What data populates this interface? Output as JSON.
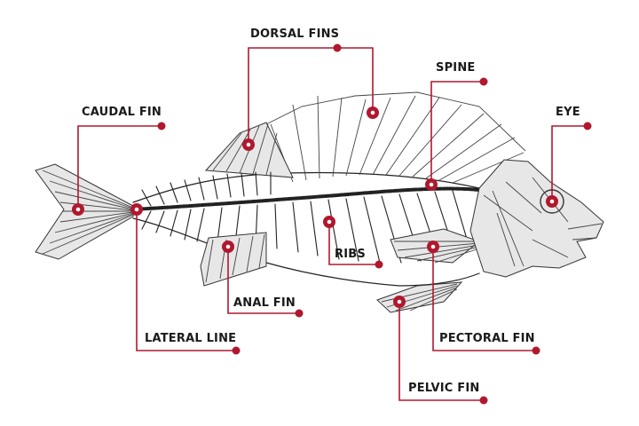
{
  "colors": {
    "accent": "#b0182e",
    "text": "#1a1a1a",
    "background": "#ffffff"
  },
  "labels": {
    "dorsal_fins": "DORSAL FINS",
    "spine": "SPINE",
    "caudal_fin": "CAUDAL FIN",
    "eye": "EYE",
    "ribs": "RIBS",
    "anal_fin": "ANAL FIN",
    "lateral_line": "LATERAL LINE",
    "pectoral_fin": "PECTORAL FIN",
    "pelvic_fin": "PELVIC FIN"
  }
}
